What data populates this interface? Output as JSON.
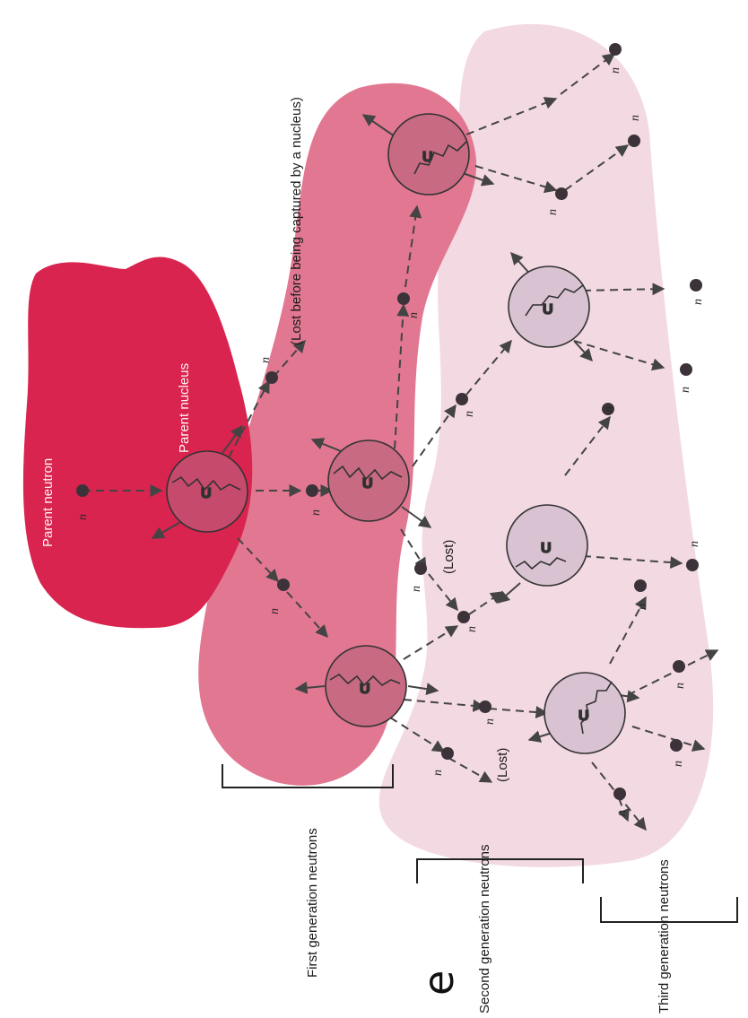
{
  "labels": {
    "parent_neutron": "Parent neutron",
    "parent_nucleus": "Parent nucleus",
    "lost_before": "(Lost before being captured by a nucleus)",
    "lost": "(Lost)",
    "first_gen": "First generation neutrons",
    "second_gen": "Second generation neutrons",
    "third_gen": "Third generation neutrons",
    "uranium": "U",
    "neutron": "n",
    "stray_letter": "e"
  },
  "colors": {
    "gen0": "#d8244f",
    "gen1": "#e27792",
    "gen2": "#f3d9e2",
    "nucleus1": "#c86a82",
    "nucleus2": "#d9c3d2",
    "neutron": "#3b3339",
    "line": "#444444"
  }
}
